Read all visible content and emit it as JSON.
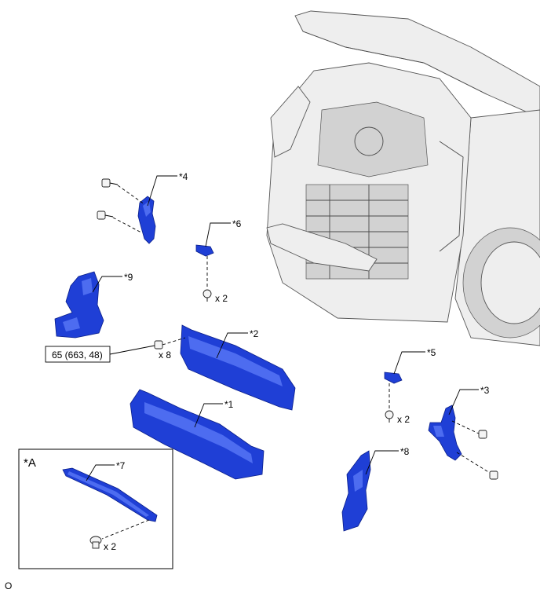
{
  "callouts": {
    "p1": "*1",
    "p2": "*2",
    "p3": "*3",
    "p4": "*4",
    "p5": "*5",
    "p6": "*6",
    "p7": "*7",
    "p8": "*8",
    "p9": "*9"
  },
  "quantities": {
    "q_bumper_bolts": "x 8",
    "q_p6_screws": "x 2",
    "q_p5_screws": "x 2",
    "q_p7_clips": "x 2"
  },
  "torque_spec": "65 (663, 48)",
  "inset_label": "*A",
  "figure_id": "O"
}
